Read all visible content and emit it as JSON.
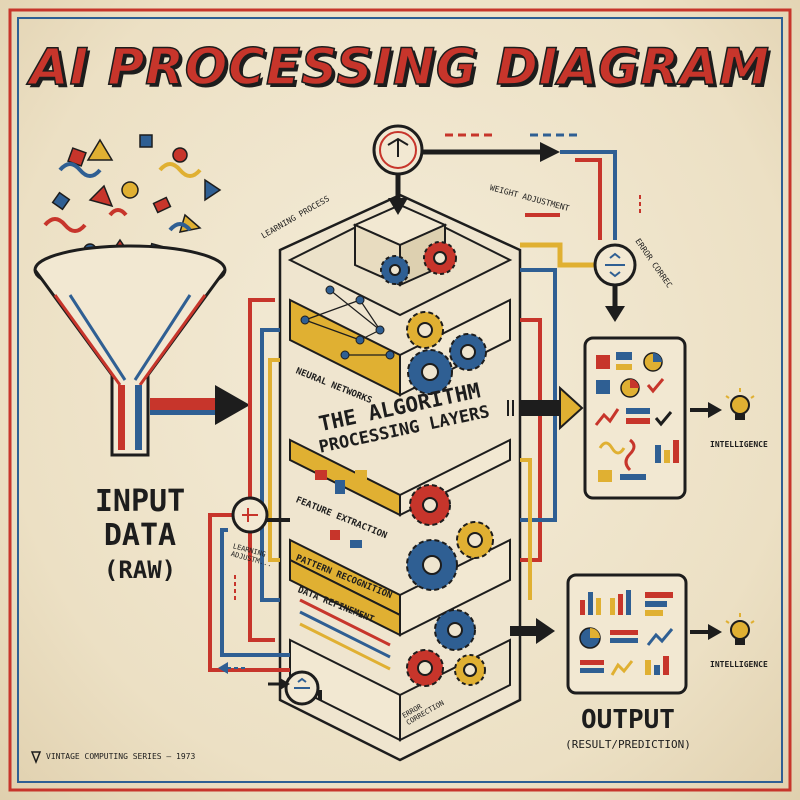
{
  "title": "AI PROCESSING DIAGRAM",
  "input": {
    "line1": "INPUT",
    "line2": "DATA",
    "line3": "(RAW)"
  },
  "core": {
    "line1": "THE ALGORITHM",
    "line2": "PROCESSING LAYERS"
  },
  "layers": {
    "neural_networks": "NEURAL NETWORKS",
    "feature_extraction": "FEATURE EXTRACTION",
    "pattern_recognition": "PATTERN RECOGNITION",
    "data_refinement": "DATA REFINEMENT"
  },
  "loops": {
    "learning_process": "LEARNING PROCESS",
    "weight_adjustment": "WEIGHT ADJUSTMENT",
    "error_correct": "ERROR CORREC",
    "learning_adjustment_1": "LEARNING",
    "learning_adjustment_2": "ADJUSTM...",
    "error_correction_1": "ERROR",
    "error_correction_2": "CORRECTION"
  },
  "outputs": {
    "intelligence_top": "INTELLIGENCE",
    "intelligence_bottom": "INTELLIGENCE",
    "output_title": "OUTPUT",
    "output_sub": "(RESULT/PREDICTION)"
  },
  "footer": "VINTAGE COMPUTING SERIES — 1973",
  "colors": {
    "red": "#c7352b",
    "blue": "#2f5f93",
    "yellow": "#e0b032",
    "ink": "#1d1d1d",
    "paper": "#efe5cf"
  },
  "icons": [
    "funnel-icon",
    "gear-icon",
    "node-circuit-icon",
    "lightbulb-icon",
    "bar-chart-icon",
    "pie-chart-icon",
    "check-icon"
  ]
}
